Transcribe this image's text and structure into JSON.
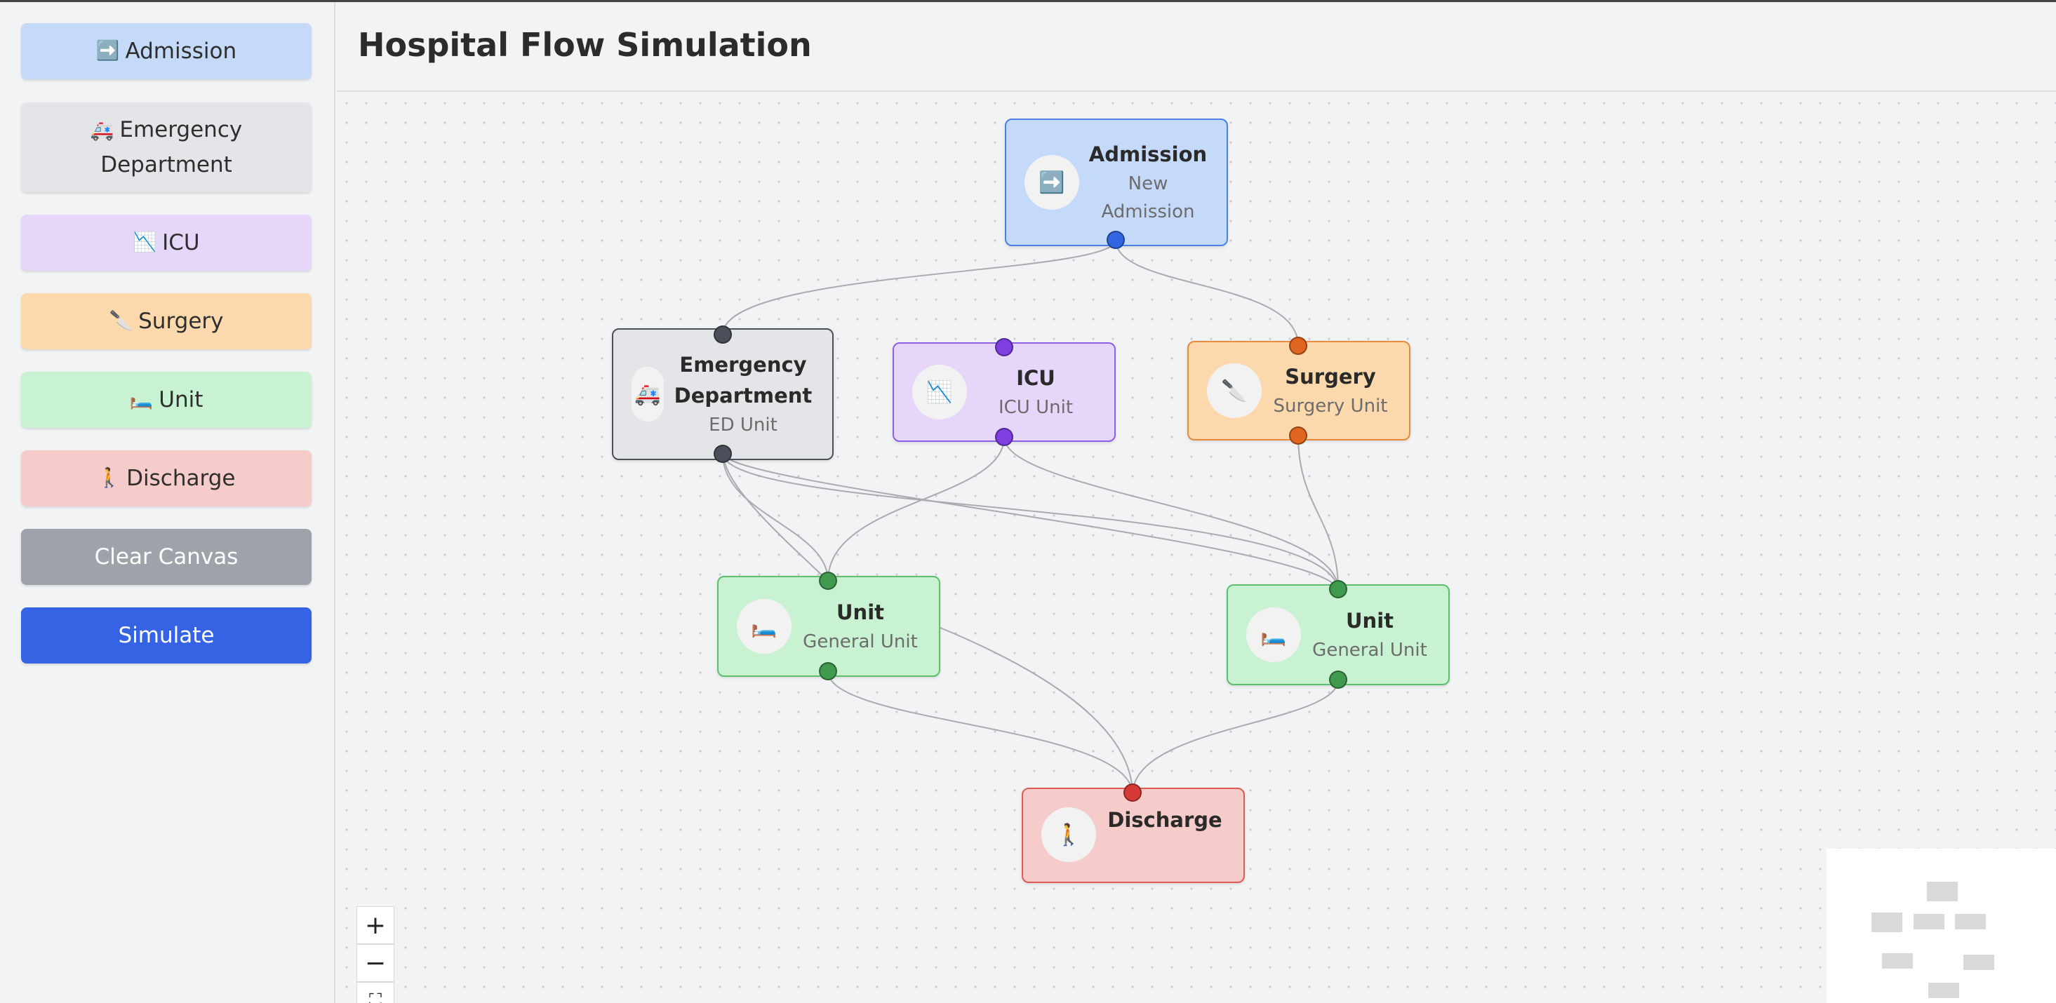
{
  "header": {
    "title": "Hospital Flow Simulation"
  },
  "sidebar": {
    "items": [
      {
        "icon": "➡️",
        "label": "Admission",
        "bg": "#c5daf8"
      },
      {
        "icon": "🚑",
        "label": "Emergency Department",
        "bg": "#e4e5e8"
      },
      {
        "icon": "📉",
        "label": "ICU",
        "bg": "#e6d6fa"
      },
      {
        "icon": "🔪",
        "label": "Surgery",
        "bg": "#fbd9ad"
      },
      {
        "icon": "🛏️",
        "label": "Unit",
        "bg": "#c8f2d2"
      },
      {
        "icon": "🚶",
        "label": "Discharge",
        "bg": "#f6cccb"
      }
    ],
    "clear_label": "Clear Canvas",
    "simulate_label": "Simulate"
  },
  "colors": {
    "clear_bg": "#9ea2ab",
    "simulate_bg": "#3563e4",
    "admission": "#3266e0",
    "emergency": "#4a4f59",
    "icu": "#7e3ee0",
    "surgery": "#e0661f",
    "unit": "#3f9a4d",
    "discharge": "#d63a35"
  },
  "nodes": {
    "admission": {
      "icon": "➡️",
      "title": "Admission",
      "subtitle": "New Admission"
    },
    "emergency": {
      "icon": "🚑",
      "title": "Emergency Department",
      "subtitle": "ED Unit"
    },
    "icu": {
      "icon": "📉",
      "title": "ICU",
      "subtitle": "ICU Unit"
    },
    "surgery": {
      "icon": "🔪",
      "title": "Surgery",
      "subtitle": "Surgery Unit"
    },
    "unit1": {
      "icon": "🛏️",
      "title": "Unit",
      "subtitle": "General Unit"
    },
    "unit2": {
      "icon": "🛏️",
      "title": "Unit",
      "subtitle": "General Unit"
    },
    "discharge": {
      "icon": "🚶",
      "title": "Discharge",
      "subtitle": ""
    }
  },
  "controls": {
    "zoom_in": "+",
    "zoom_out": "−",
    "fit_view": "⛶"
  }
}
